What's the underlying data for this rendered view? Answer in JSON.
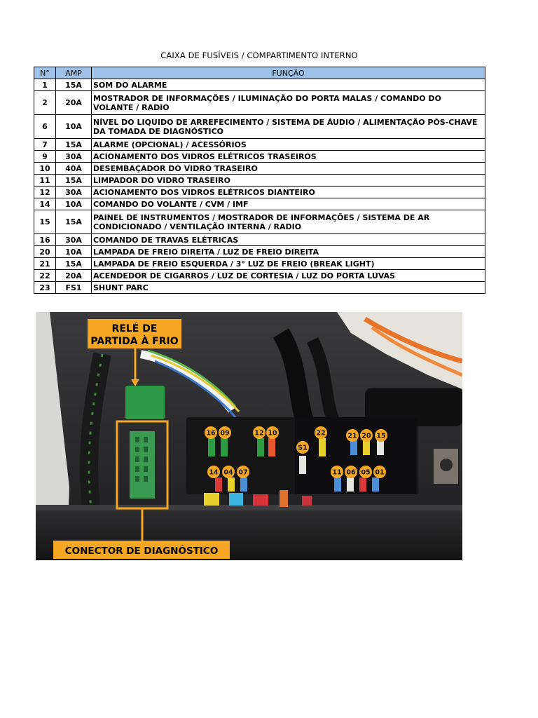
{
  "title": "CAIXA DE FUSÍVEIS / COMPARTIMENTO INTERNO",
  "headers": {
    "num": "N°",
    "amp": "AMP",
    "func": "FUNÇÃO"
  },
  "rows": [
    {
      "num": "1",
      "amp": "15A",
      "func": "SOM DO ALARME"
    },
    {
      "num": "2",
      "amp": "20A",
      "func": "MOSTRADOR DE INFORMAÇÕES / ILUMINAÇÃO DO PORTA MALAS / COMANDO DO VOLANTE / RADIO"
    },
    {
      "num": "6",
      "amp": "10A",
      "func": "NÍVEL DO LIQUIDO DE ARREFECIMENTO / SISTEMA DE ÁUDIO / ALIMENTAÇÃO PÓS-CHAVE DA TOMADA DE DIAGNÓSTICO"
    },
    {
      "num": "7",
      "amp": "15A",
      "func": "ALARME (OPCIONAL) / ACESSÓRIOS"
    },
    {
      "num": "9",
      "amp": "30A",
      "func": "ACIONAMENTO DOS VIDROS ELÉTRICOS TRASEIROS"
    },
    {
      "num": "10",
      "amp": "40A",
      "func": "DESEMBAÇADOR DO VIDRO TRASEIRO"
    },
    {
      "num": "11",
      "amp": "15A",
      "func": "LIMPADOR DO VIDRO TRASEIRO"
    },
    {
      "num": "12",
      "amp": "30A",
      "func": "ACIONAMENTO DOS VIDROS ELÉTRICOS DIANTEIRO"
    },
    {
      "num": "14",
      "amp": "10A",
      "func": "COMANDO DO VOLANTE / CVM / IMF"
    },
    {
      "num": "15",
      "amp": "15A",
      "func": "PAINEL DE INSTRUMENTOS / MOSTRADOR DE INFORMAÇÕES / SISTEMA DE AR CONDICIONADO / VENTILAÇÃO INTERNA / RADIO"
    },
    {
      "num": "16",
      "amp": "30A",
      "func": "COMANDO DE TRAVAS ELÉTRICAS"
    },
    {
      "num": "20",
      "amp": "10A",
      "func": "LAMPADA DE FREIO DIREITA / LUZ DE FREIO DIREITA"
    },
    {
      "num": "21",
      "amp": "15A",
      "func": "LAMPADA DE FREIO ESQUERDA / 3° LUZ DE FREIO (BREAK LIGHT)"
    },
    {
      "num": "22",
      "amp": "20A",
      "func": "ACENDEDOR DE CIGARROS / LUZ DE CORTESIA / LUZ DO PORTA LUVAS"
    },
    {
      "num": "23",
      "amp": "FS1",
      "func": "SHUNT PARC"
    }
  ],
  "photo": {
    "callout_relay_line1": "RELÉ DE",
    "callout_relay_line2": "PARTIDA À FRIO",
    "callout_connector": "CONECTOR DE DIAGNÓSTICO",
    "badges": {
      "b16": "16",
      "b09": "09",
      "b12": "12",
      "b10": "10",
      "b22": "22",
      "b21": "21",
      "b20": "20",
      "b15": "15",
      "bS1": "S1",
      "b14": "14",
      "b04": "04",
      "b07": "07",
      "b11": "11",
      "b06": "06",
      "b05": "05",
      "b01": "01"
    },
    "accent": "#f5a623"
  }
}
